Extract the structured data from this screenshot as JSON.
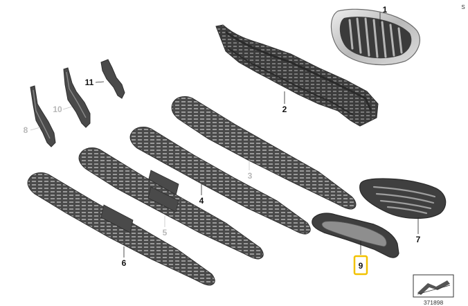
{
  "corner_mark": "S",
  "callouts": {
    "p1": "1",
    "p2": "2",
    "p3": "3",
    "p4": "4",
    "p5": "5",
    "p6": "6",
    "p7": "7",
    "p8": "8",
    "p9": "9",
    "p10": "10",
    "p11": "11"
  },
  "highlighted_part": "9",
  "highlight_color": "#f2c200",
  "part_color": "#4a4a4a",
  "chrome_color": "#c8c8c8",
  "reference_number": "371898"
}
